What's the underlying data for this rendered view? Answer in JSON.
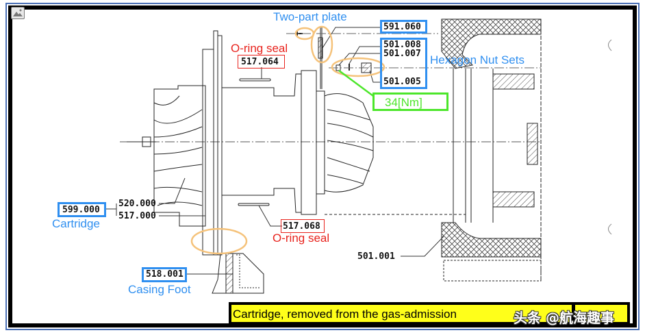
{
  "diagram": {
    "caption": "Cartridge, removed from the gas-admission",
    "watermark": "头条 @航海趣事",
    "callouts": {
      "two_part_plate": "Two-part plate",
      "o_ring_seal_top": "O-ring seal",
      "o_ring_seal_bottom": "O-ring seal",
      "hexagon_nut_sets": "Hexagon Nut Sets",
      "cartridge": "Cartridge",
      "casing_foot": "Casing Foot",
      "torque": "34[Nm]"
    },
    "part_numbers": {
      "p591_060": "591.060",
      "p501_008": "501.008",
      "p501_007": "501.007",
      "p501_005": "501.005",
      "p517_064": "517.064",
      "p517_068": "517.068",
      "p599_000": "599.000",
      "p520_000": "520.000",
      "p517_000": "517.000",
      "p518_001": "518.001",
      "p501_001": "501.001"
    },
    "colors": {
      "callout_blue": "#2f8ff0",
      "callout_red": "#e8221c",
      "torque_green": "#4ce62a",
      "highlight_orange": "#f5c27a",
      "caption_yellow": "#ffff1a"
    }
  }
}
